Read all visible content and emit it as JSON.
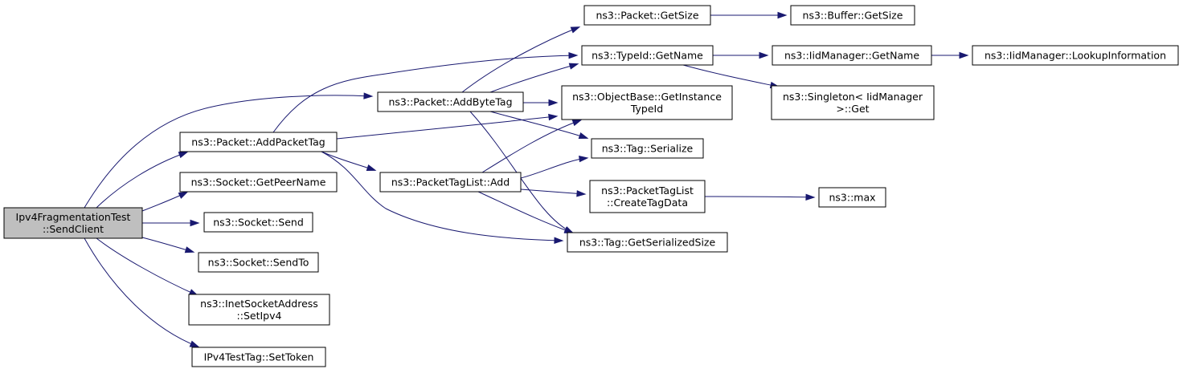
{
  "colors": {
    "edge": "#191970",
    "node_fill": "#ffffff",
    "root_fill": "#bfbfbf",
    "border": "#000000"
  },
  "nodes": [
    {
      "id": "root",
      "lines": [
        "Ipv4FragmentationTest",
        "::SendClient"
      ],
      "highlight": true
    },
    {
      "id": "addPacketTag",
      "lines": [
        "ns3::Packet::AddPacketTag"
      ]
    },
    {
      "id": "getPeerName",
      "lines": [
        "ns3::Socket::GetPeerName"
      ]
    },
    {
      "id": "send",
      "lines": [
        "ns3::Socket::Send"
      ]
    },
    {
      "id": "sendTo",
      "lines": [
        "ns3::Socket::SendTo"
      ]
    },
    {
      "id": "setIpv4",
      "lines": [
        "ns3::InetSocketAddress",
        "::SetIpv4"
      ]
    },
    {
      "id": "setToken",
      "lines": [
        "IPv4TestTag::SetToken"
      ]
    },
    {
      "id": "addByteTag",
      "lines": [
        "ns3::Packet::AddByteTag"
      ]
    },
    {
      "id": "ptlAdd",
      "lines": [
        "ns3::PacketTagList::Add"
      ]
    },
    {
      "id": "getSize",
      "lines": [
        "ns3::Packet::GetSize"
      ]
    },
    {
      "id": "typeIdGetName",
      "lines": [
        "ns3::TypeId::GetName"
      ]
    },
    {
      "id": "getInstanceTypeId",
      "lines": [
        "ns3::ObjectBase::GetInstance",
        "TypeId"
      ]
    },
    {
      "id": "tagSerialize",
      "lines": [
        "ns3::Tag::Serialize"
      ]
    },
    {
      "id": "createTagData",
      "lines": [
        "ns3::PacketTagList",
        "::CreateTagData"
      ]
    },
    {
      "id": "getSerializedSize",
      "lines": [
        "ns3::Tag::GetSerializedSize"
      ]
    },
    {
      "id": "bufferGetSize",
      "lines": [
        "ns3::Buffer::GetSize"
      ]
    },
    {
      "id": "iidGetName",
      "lines": [
        "ns3::IidManager::GetName"
      ]
    },
    {
      "id": "singletonGet",
      "lines": [
        "ns3::Singleton< IidManager",
        ">::Get"
      ]
    },
    {
      "id": "max",
      "lines": [
        "ns3::max"
      ]
    },
    {
      "id": "lookupInformation",
      "lines": [
        "ns3::IidManager::LookupInformation"
      ]
    }
  ],
  "edges": [
    {
      "from": "root",
      "to": "addByteTag"
    },
    {
      "from": "root",
      "to": "addPacketTag"
    },
    {
      "from": "root",
      "to": "getPeerName"
    },
    {
      "from": "root",
      "to": "send"
    },
    {
      "from": "root",
      "to": "sendTo"
    },
    {
      "from": "root",
      "to": "setIpv4"
    },
    {
      "from": "root",
      "to": "setToken"
    },
    {
      "from": "addPacketTag",
      "to": "typeIdGetName"
    },
    {
      "from": "addPacketTag",
      "to": "getInstanceTypeId"
    },
    {
      "from": "addPacketTag",
      "to": "ptlAdd"
    },
    {
      "from": "addPacketTag",
      "to": "getSerializedSize"
    },
    {
      "from": "addByteTag",
      "to": "getSize"
    },
    {
      "from": "addByteTag",
      "to": "typeIdGetName"
    },
    {
      "from": "addByteTag",
      "to": "getInstanceTypeId"
    },
    {
      "from": "addByteTag",
      "to": "tagSerialize"
    },
    {
      "from": "addByteTag",
      "to": "getSerializedSize"
    },
    {
      "from": "ptlAdd",
      "to": "getInstanceTypeId"
    },
    {
      "from": "ptlAdd",
      "to": "tagSerialize"
    },
    {
      "from": "ptlAdd",
      "to": "createTagData"
    },
    {
      "from": "ptlAdd",
      "to": "getSerializedSize"
    },
    {
      "from": "getSize",
      "to": "bufferGetSize"
    },
    {
      "from": "typeIdGetName",
      "to": "iidGetName"
    },
    {
      "from": "typeIdGetName",
      "to": "singletonGet"
    },
    {
      "from": "iidGetName",
      "to": "lookupInformation"
    },
    {
      "from": "createTagData",
      "to": "max"
    }
  ]
}
